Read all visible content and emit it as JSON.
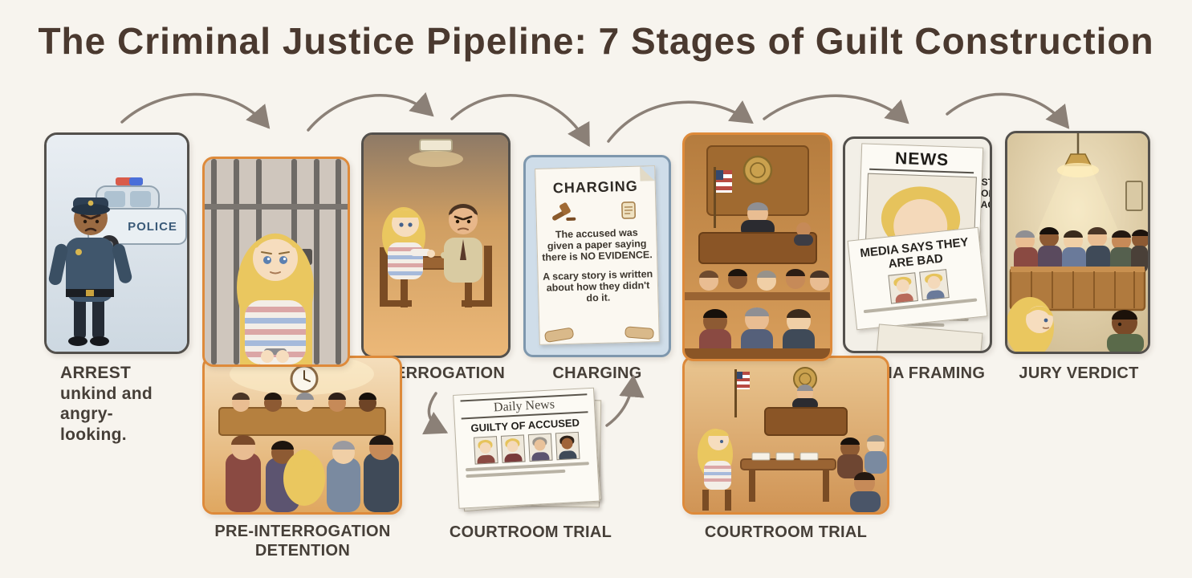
{
  "title": "The Criminal Justice Pipeline: 7 Stages of Guilt Construction",
  "stages": {
    "arrest": {
      "label": "ARREST",
      "sublabel": "unkind and angry-looking.",
      "car_text": "POLICE"
    },
    "detention": {
      "label": "PRE-INTERROGATION DETENTION"
    },
    "interrogation": {
      "label": "INTERROGATION"
    },
    "charging": {
      "label": "CHARGING",
      "doc_title": "CHARGING",
      "doc_body1": "The accused was given a paper saying there is NO EVIDENCE.",
      "doc_body2": "A scary story is written about how they didn't do it."
    },
    "trial_news": {
      "label": "COURTROOM TRIAL",
      "masthead": "Daily News",
      "headline": "GUILTY OF ACCUSED"
    },
    "trial_court": {
      "label": "COURTROOM TRIAL"
    },
    "media": {
      "label": "MEDIA FRAMING",
      "masthead": "NEWS",
      "headline1": "STORY OF THE ACCUSED",
      "headline2": "MEDIA SAYS THEY ARE BAD"
    },
    "verdict": {
      "label": "JURY VERDICT"
    }
  },
  "colors": {
    "accent_orange": "#de8a3a",
    "charging_panel_blue": "#cfdde9",
    "arrow_gray": "#8b8077"
  }
}
